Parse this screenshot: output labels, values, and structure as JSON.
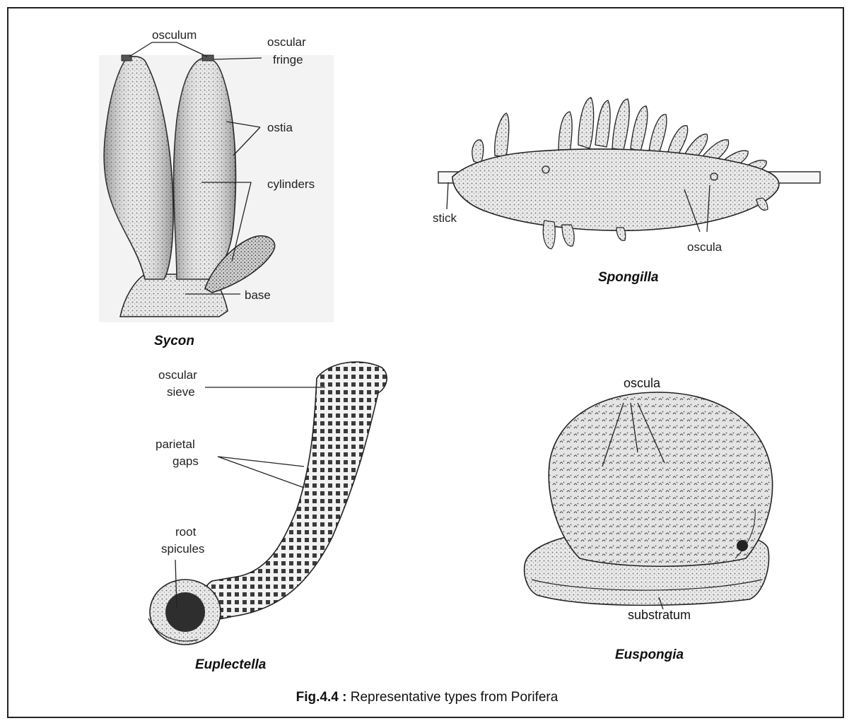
{
  "caption": {
    "prefix": "Fig.4.4 :",
    "text": "Representative types from Porifera"
  },
  "sycon": {
    "name": "Sycon",
    "labels": {
      "osculum": "osculum",
      "oscular_fringe_1": "oscular",
      "oscular_fringe_2": "fringe",
      "ostia": "ostia",
      "cylinders": "cylinders",
      "base": "base"
    }
  },
  "spongilla": {
    "name": "Spongilla",
    "labels": {
      "stick": "stick",
      "oscula": "oscula"
    }
  },
  "euplectella": {
    "name": "Euplectella",
    "labels": {
      "oscular_sieve_1": "oscular",
      "oscular_sieve_2": "sieve",
      "parietal_gaps_1": "parietal",
      "parietal_gaps_2": "gaps",
      "root_spicules_1": "root",
      "root_spicules_2": "spicules"
    }
  },
  "euspongia": {
    "name": "Euspongia",
    "labels": {
      "oscula": "oscula",
      "substratum": "substratum"
    }
  }
}
